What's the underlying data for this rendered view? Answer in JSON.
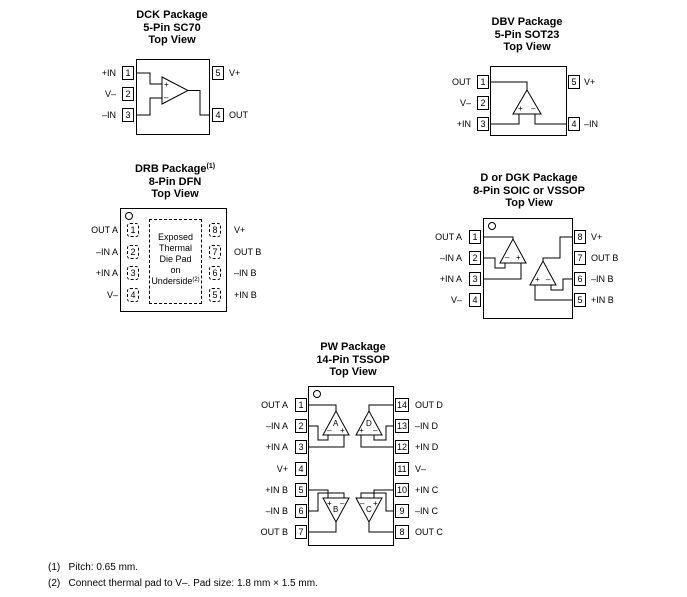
{
  "packages": {
    "dck": {
      "title": [
        "DCK Package",
        "5-Pin SC70",
        "Top View"
      ],
      "pins": [
        {
          "num": "1",
          "label": "+IN"
        },
        {
          "num": "2",
          "label": "V–"
        },
        {
          "num": "3",
          "label": "–IN"
        },
        {
          "num": "5",
          "label": "V+"
        },
        {
          "num": "4",
          "label": "OUT"
        }
      ],
      "amp_signs": [
        "+",
        "–"
      ]
    },
    "dbv": {
      "title": [
        "DBV Package",
        "5-Pin SOT23",
        "Top View"
      ],
      "pins": [
        {
          "num": "1",
          "label": "OUT"
        },
        {
          "num": "2",
          "label": "V–"
        },
        {
          "num": "3",
          "label": "+IN"
        },
        {
          "num": "5",
          "label": "V+"
        },
        {
          "num": "4",
          "label": "–IN"
        }
      ],
      "amp_signs": [
        "+",
        "–"
      ]
    },
    "drb": {
      "title": [
        "DRB Package",
        "8-Pin DFN",
        "Top View"
      ],
      "title_note": "(1)",
      "pins": [
        {
          "num": "1",
          "label": "OUT A"
        },
        {
          "num": "2",
          "label": "–IN A"
        },
        {
          "num": "3",
          "label": "+IN A"
        },
        {
          "num": "4",
          "label": "V–"
        },
        {
          "num": "8",
          "label": "V+"
        },
        {
          "num": "7",
          "label": "OUT B"
        },
        {
          "num": "6",
          "label": "–IN B"
        },
        {
          "num": "5",
          "label": "+IN B"
        }
      ],
      "pad_text": [
        "Exposed",
        "Thermal",
        "Die Pad",
        "on",
        "Underside"
      ],
      "pad_note": "(2)"
    },
    "dgk": {
      "title": [
        "D or DGK Package",
        "8-Pin SOIC or VSSOP",
        "Top View"
      ],
      "pins": [
        {
          "num": "1",
          "label": "OUT A"
        },
        {
          "num": "2",
          "label": "–IN A"
        },
        {
          "num": "3",
          "label": "+IN A"
        },
        {
          "num": "4",
          "label": "V–"
        },
        {
          "num": "8",
          "label": "V+"
        },
        {
          "num": "7",
          "label": "OUT B"
        },
        {
          "num": "6",
          "label": "–IN B"
        },
        {
          "num": "5",
          "label": "+IN B"
        }
      ],
      "amp_a_signs": [
        "–",
        "+"
      ],
      "amp_b_signs": [
        "+",
        "–"
      ]
    },
    "pw": {
      "title": [
        "PW Package",
        "14-Pin TSSOP",
        "Top View"
      ],
      "pins": [
        {
          "num": "1",
          "label": "OUT A"
        },
        {
          "num": "2",
          "label": "–IN A"
        },
        {
          "num": "3",
          "label": "+IN A"
        },
        {
          "num": "4",
          "label": "V+"
        },
        {
          "num": "5",
          "label": "+IN B"
        },
        {
          "num": "6",
          "label": "–IN B"
        },
        {
          "num": "7",
          "label": "OUT B"
        },
        {
          "num": "14",
          "label": "OUT D"
        },
        {
          "num": "13",
          "label": "–IN D"
        },
        {
          "num": "12",
          "label": "+IN D"
        },
        {
          "num": "11",
          "label": "V–"
        },
        {
          "num": "10",
          "label": "+IN C"
        },
        {
          "num": "9",
          "label": "–IN C"
        },
        {
          "num": "8",
          "label": "OUT C"
        }
      ],
      "amp_letters": [
        "A",
        "D",
        "B",
        "C"
      ],
      "amp_signs": [
        "–",
        "+"
      ]
    }
  },
  "notes": [
    "(1)   Pitch: 0.65 mm.",
    "(2)   Connect thermal pad to V–. Pad size: 1.8 mm × 1.5 mm."
  ]
}
